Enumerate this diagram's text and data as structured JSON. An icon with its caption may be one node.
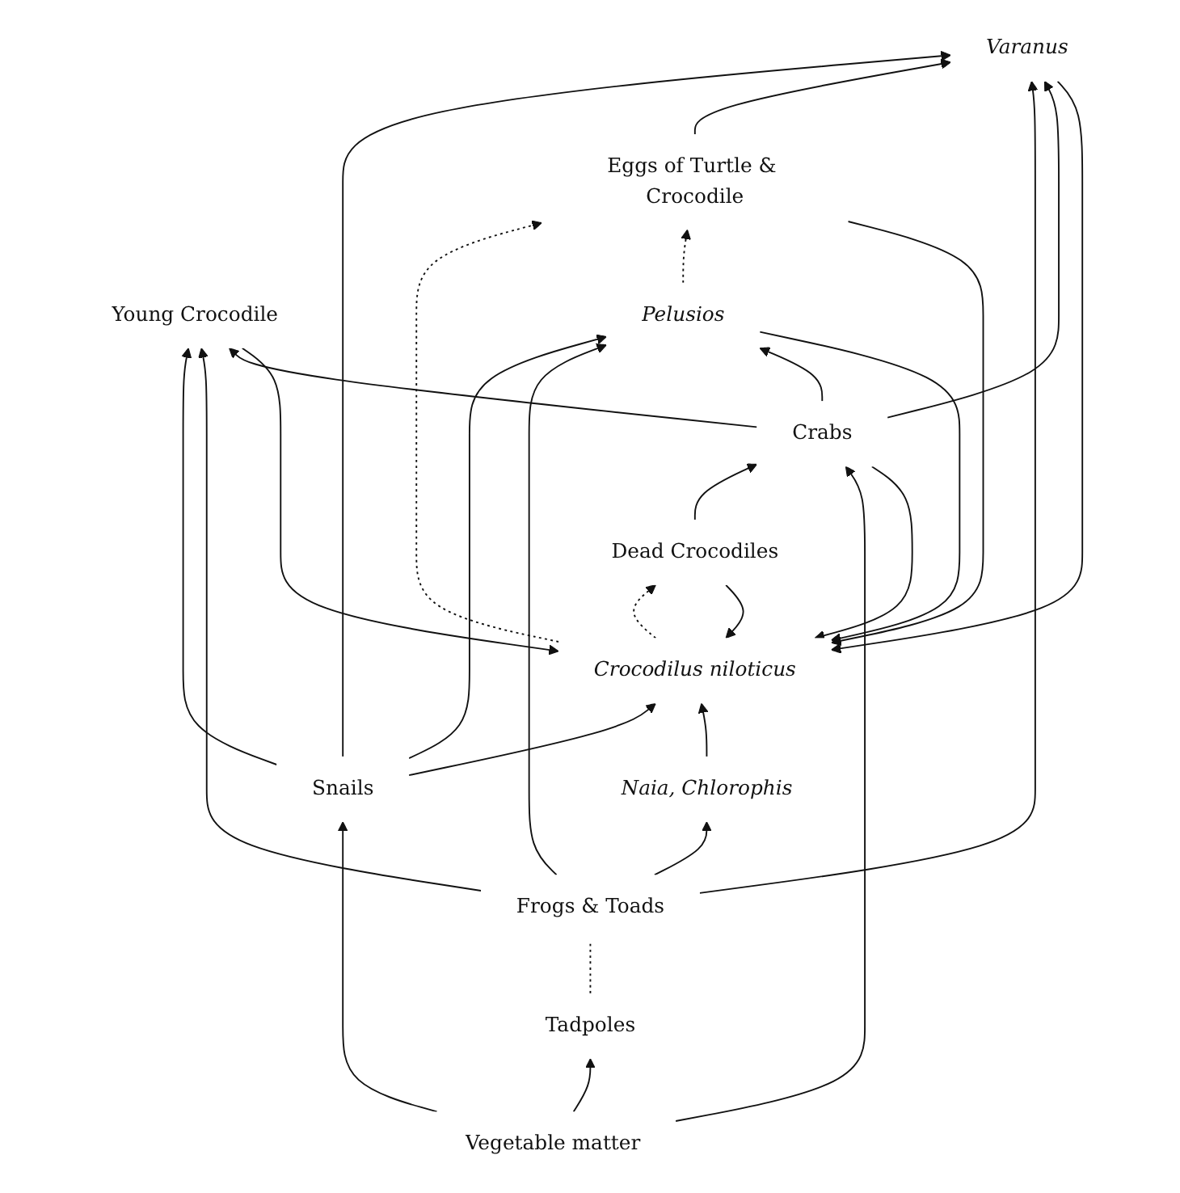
{
  "diagram": {
    "nodes": [
      {
        "text": [
          "Crocodilus niloticus"
        ]
      },
      {
        "text": [
          "Young Crocodile"
        ]
      },
      {
        "text": [
          "Varanus"
        ]
      },
      {
        "text": [
          "Naia, Chlorophis"
        ]
      },
      {
        "text": [
          "Pelusios"
        ]
      },
      {
        "text": [
          "Snails"
        ]
      },
      {
        "text": [
          "Crabs"
        ]
      },
      {
        "text": [
          "Eggs of Turtle & Crocodile"
        ]
      },
      {
        "text": [
          "Frogs & Toads"
        ]
      },
      {
        "text": [
          "Dead Crocodiles"
        ]
      },
      {
        "text": [
          "Tadpoles"
        ]
      },
      {
        "text": [
          "Vegetable matter"
        ]
      }
    ],
    "edges": [
      {
        "from": 5,
        "to": 0,
        "arrow": "to"
      },
      {
        "from": 2,
        "to": 0,
        "arrow": "to"
      },
      {
        "from": 0,
        "to": 7,
        "arrow": "to",
        "style": "dashed"
      },
      {
        "from": 7,
        "to": 0,
        "arrow": "to"
      },
      {
        "from": 3,
        "to": 0,
        "arrow": "to"
      },
      {
        "from": 1,
        "to": 0,
        "arrow": "to"
      },
      {
        "from": 9,
        "to": 0,
        "arrow": "to"
      },
      {
        "from": 0,
        "to": 9,
        "arrow": "to",
        "style": "dashed"
      },
      {
        "from": 4,
        "to": 0,
        "arrow": "to"
      },
      {
        "from": 6,
        "to": 0,
        "arrow": "to"
      },
      {
        "from": 5,
        "to": 1,
        "arrow": "to"
      },
      {
        "from": 8,
        "to": 1,
        "arrow": "to"
      },
      {
        "from": 6,
        "to": 1,
        "arrow": "to"
      },
      {
        "from": 5,
        "to": 2,
        "arrow": "to"
      },
      {
        "from": 7,
        "to": 2,
        "arrow": "to"
      },
      {
        "from": 8,
        "to": 2,
        "arrow": "to"
      },
      {
        "from": 6,
        "to": 2,
        "arrow": "to"
      },
      {
        "from": 8,
        "to": 3,
        "arrow": "to"
      },
      {
        "from": 5,
        "to": 4,
        "arrow": "to"
      },
      {
        "from": 8,
        "to": 4,
        "arrow": "to"
      },
      {
        "from": 4,
        "to": 7,
        "arrow": "to",
        "style": "dashed"
      },
      {
        "from": 6,
        "to": 4,
        "arrow": "to"
      },
      {
        "from": 9,
        "to": 6,
        "arrow": "to"
      },
      {
        "from": 10,
        "to": 8,
        "arrow": "none",
        "style": "dashed"
      },
      {
        "from": 11,
        "to": 10,
        "arrow": "to"
      },
      {
        "from": 11,
        "to": 5,
        "arrow": "to"
      },
      {
        "from": 11,
        "to": 6,
        "arrow": "to"
      }
    ]
  }
}
